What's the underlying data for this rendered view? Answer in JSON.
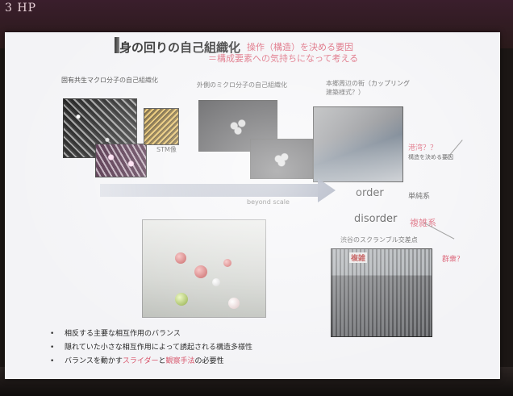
{
  "corner_sign": "3 HP",
  "slide": {
    "title": "身の回りの自己組織化",
    "subtitle_line1": "操作（構造）を決める要因",
    "subtitle_line2": "＝構成要素への気持ちになって考える",
    "captions": {
      "molecule": "固有共生マクロ分子の自己組織化",
      "stm": "STM像",
      "catalyst": "外側のミクロ分子の自己組織化",
      "crowd_top": "本郷周辺の街（カップリング建築様式？）"
    },
    "beyond_scale": "beyond scale",
    "order": "order",
    "disorder": "disorder",
    "right_notes": {
      "pattern": "港湾？？",
      "pattern_sub": "構造を決める要因",
      "monotone": "単純系",
      "complex": "複雑系",
      "crowd_caption": "渋谷のスクランブル交差点",
      "crowd_label": "群衆？",
      "crowd_tag": "複雑"
    },
    "bullets": [
      "相反する主要な相互作用のバランス",
      "隠れていた小さな相互作用によって誘起される構造多様性",
      "バランスを動かすスライダーと観察手法の必要性"
    ],
    "bullet3_parts": {
      "a": "バランスを動かす",
      "b": "スライダー",
      "c": "と",
      "d": "観察手法",
      "e": "の必要性"
    }
  },
  "colors": {
    "accent_red": "#d8546a",
    "slide_bg": "#f3f3f6"
  }
}
